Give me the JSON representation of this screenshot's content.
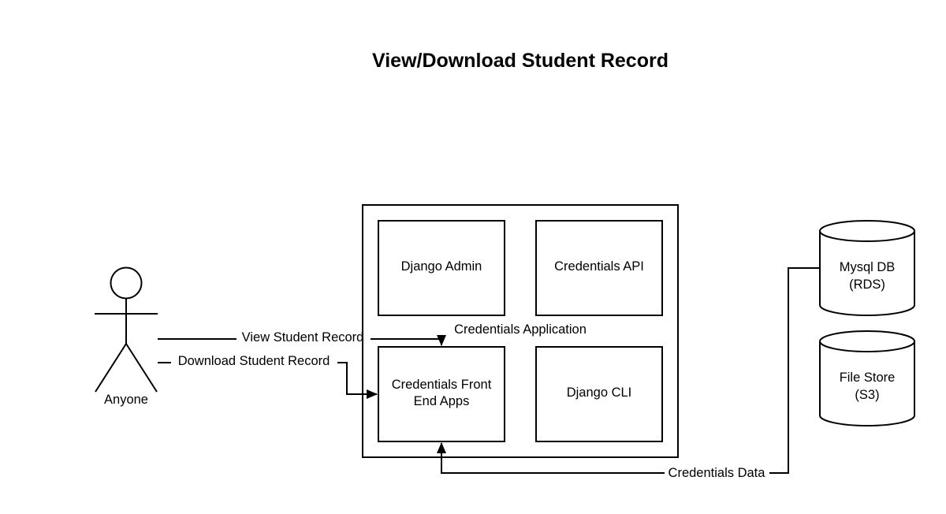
{
  "title": "View/Download Student Record",
  "actor": {
    "label": "Anyone"
  },
  "application": {
    "label": "Credentials Application",
    "components": {
      "django_admin": "Django Admin",
      "credentials_api": "Credentials API",
      "front_end_line1": "Credentials Front",
      "front_end_line2": "End Apps",
      "django_cli": "Django CLI"
    }
  },
  "datastores": {
    "mysql_line1": "Mysql DB",
    "mysql_line2": "(RDS)",
    "file_store_line1": "File Store",
    "file_store_line2": "(S3)"
  },
  "edges": {
    "view": "View Student Record",
    "download": "Download Student Record",
    "data": "Credentials Data"
  },
  "colors": {
    "stroke": "#000000",
    "background": "#ffffff"
  }
}
